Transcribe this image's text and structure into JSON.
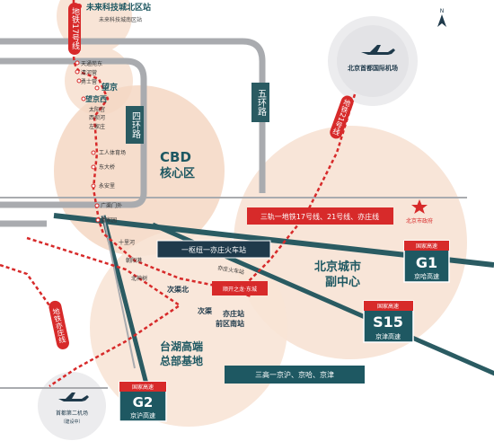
{
  "colors": {
    "peach": "#f4d7c3",
    "peach_light": "#f8e4d6",
    "grey_ring": "#a9abaf",
    "teal_road": "#2a5b62",
    "dark_navy": "#1f3a4b",
    "metro_red": "#d72a2a",
    "label_teal": "#1e5862",
    "white": "#ffffff"
  },
  "labels": {
    "top_station": "未来科技城北区站",
    "top_station_sub": "未来科技城南区站",
    "line17_top": "地铁17号线",
    "station_tiantongyuandong": "天通苑东",
    "station_taihu": "清河营",
    "station_shaoyuan": "勇士营",
    "station_wangjing": "望京",
    "station_wangjingxi": "望京西",
    "station_taiyanggong": "太阳宫",
    "station_xibahe": "西坝河",
    "station_zuojiazhuang": "左家庄",
    "station_gongti": "工人体育场",
    "station_dongdaqiao": "东大桥",
    "station_yonganli": "永安里",
    "station_guangqumen": "广渠门外",
    "station_panjiayuan": "潘家园",
    "station_shilihe": "十里河",
    "station_chaoyanggang": "朝阳港",
    "station_beishenshu": "北神树",
    "station_ciqubei": "次渠北",
    "station_ciqu": "次渠",
    "station_yizhuangzhan": "亦庄站",
    "station_yizhuang_front": "前区南站",
    "fifth_ring_left": "四环路",
    "fifth_ring_right": "五环路",
    "cbd": "CBD",
    "cbd_sub": "核心区",
    "beijing_city": "北京城市",
    "beijing_city_sub": "副中心",
    "taihu": "台湖高端",
    "taihu_sub": "总部基地",
    "airport_capital": "北京首都国际机场",
    "airport_daxing": "首都第二机场",
    "airport_daxing_sub": "（建设中）",
    "line21": "地铁21号线",
    "line_yizhuang_left": "地铁亦庄线",
    "city_gov": "北京市政府",
    "yizhuang_hsr_label": "亦庄火车站",
    "project_label": "顺开之龙·东城",
    "banner_top": "三轨一地铁17号线、21号线、亦庄线",
    "banner_mid": "一枢纽一亦庄火车站",
    "banner_bottom": "三高一京沪、京哈、京津",
    "g1_head": "国家高速",
    "g1_code": "G1",
    "g1_name": "京哈高速",
    "s15_head": "国家高速",
    "s15_code": "S15",
    "s15_name": "京津高速",
    "g2_head": "国家高速",
    "g2_code": "G2",
    "g2_name": "京沪高速",
    "north_letter": "N"
  }
}
